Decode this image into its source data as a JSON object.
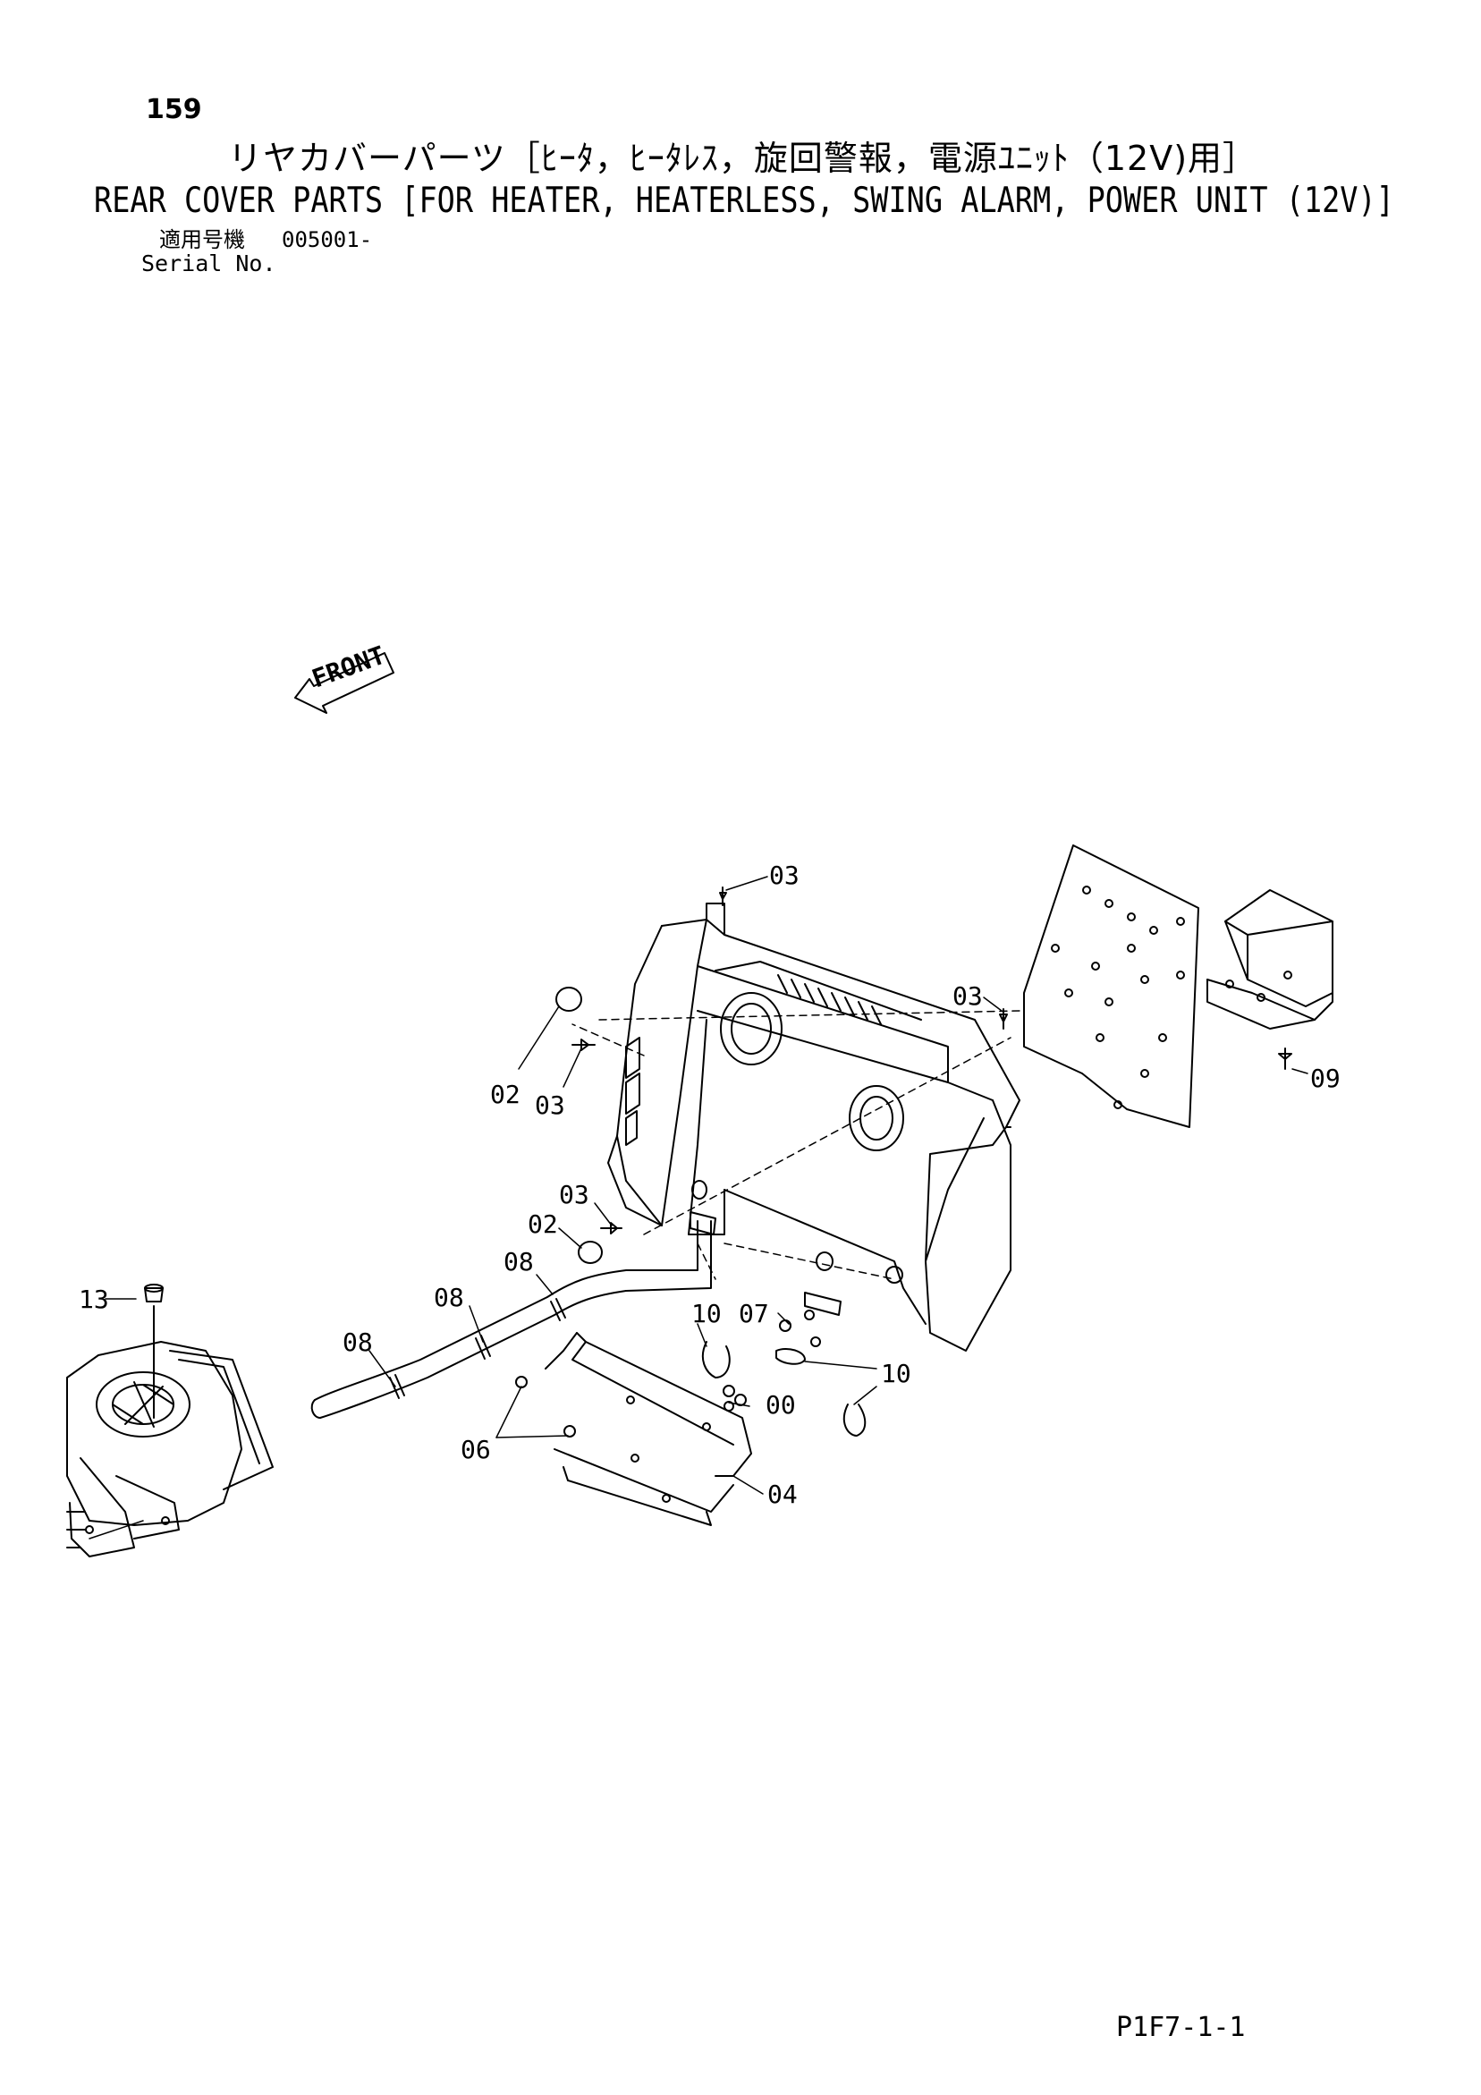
{
  "header": {
    "page_number": "159",
    "title_jp": "リヤカバーパーツ［ﾋｰﾀ，ﾋｰﾀﾚｽ，旋回警報，電源ﾕﾆｯﾄ（12V)用］",
    "title_en": "REAR COVER PARTS [FOR HEATER, HEATERLESS, SWING ALARM, POWER UNIT (12V)]",
    "serial_label_jp": "適用号機",
    "serial_value": "005001-",
    "serial_label_en": "Serial No."
  },
  "diagram": {
    "front_label": "FRONT",
    "callouts": [
      "03",
      "03",
      "03",
      "03",
      "02",
      "02",
      "09",
      "08",
      "08",
      "08",
      "13",
      "10",
      "10",
      "07",
      "00",
      "06",
      "04"
    ]
  },
  "footer": {
    "code": "P1F7-1-1"
  }
}
